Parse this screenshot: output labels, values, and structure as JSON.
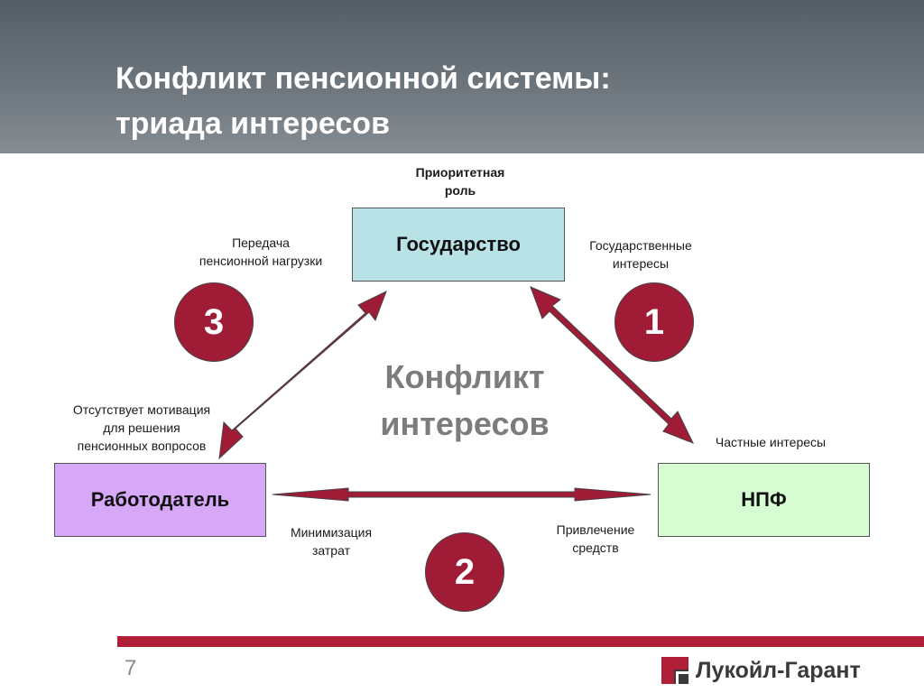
{
  "slide": {
    "title_line1": "Конфликт пенсионной системы:",
    "title_line2": "триада интересов",
    "page_number": "7"
  },
  "nodes": {
    "state": "Государство",
    "employer": "Работодатель",
    "npf": "НПФ"
  },
  "labels": {
    "priority_line1": "Приоритетная",
    "priority_line2": "роль",
    "transfer_line1": "Передача",
    "transfer_line2": "пенсионной нагрузки",
    "state_interests_line1": "Государственные",
    "state_interests_line2": "интересы",
    "no_motivation_line1": "Отсутствует мотивация",
    "no_motivation_line2": "для решения",
    "no_motivation_line3": "пенсионных вопросов",
    "private_interests": "Частные интересы",
    "cost_min_line1": "Минимизация",
    "cost_min_line2": "затрат",
    "attract_line1": "Привлечение",
    "attract_line2": "средств"
  },
  "center": {
    "line1": "Конфликт",
    "line2": "интересов"
  },
  "badges": {
    "left": "3",
    "right": "1",
    "bottom": "2"
  },
  "brand": {
    "name": "Лукойл-Гарант"
  },
  "colors": {
    "header_bg": "#6c757c",
    "state_box": "#b8e2e6",
    "employer_box": "#d6a8f7",
    "npf_box": "#d6fcd2",
    "badge": "#a01c36",
    "arrow": "#a01c36",
    "footer_line": "#b01e38"
  }
}
